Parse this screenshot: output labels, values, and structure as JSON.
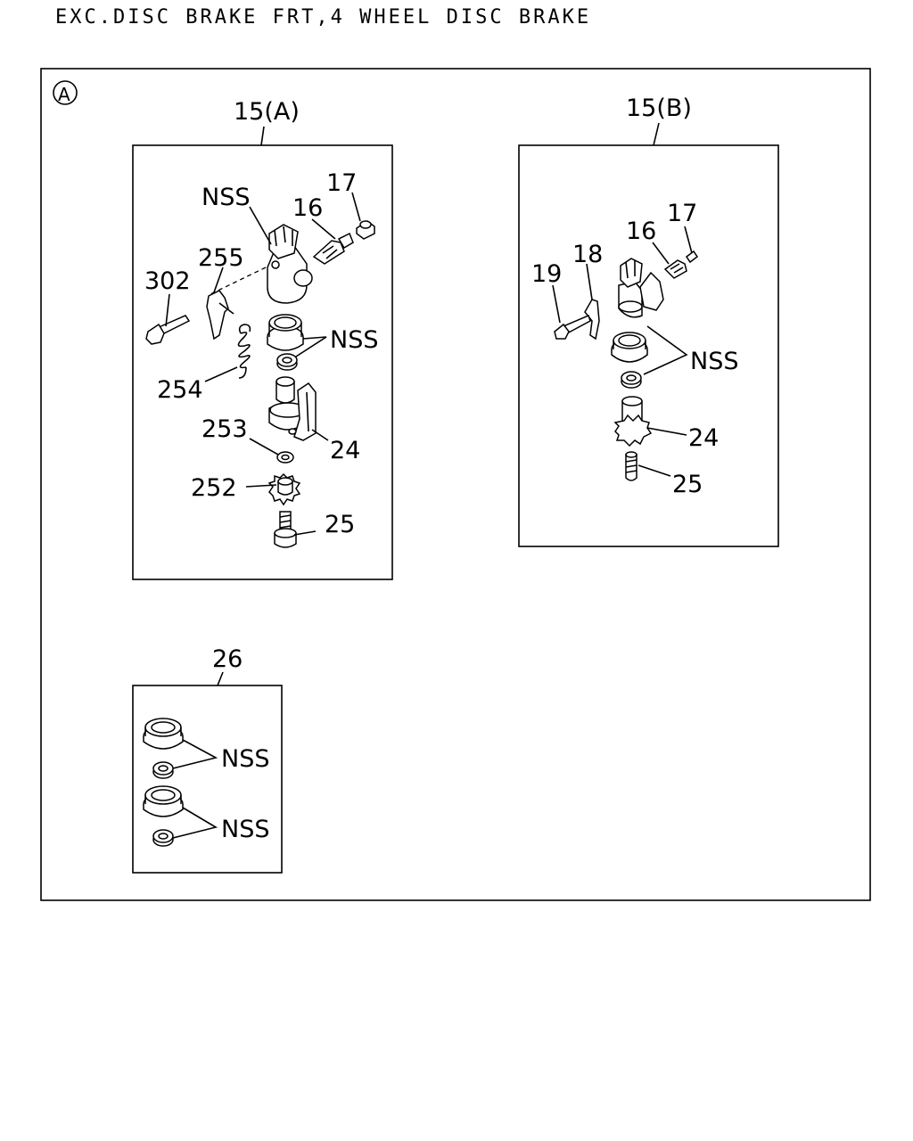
{
  "header": {
    "title": "EXC.DISC BRAKE FRT,4 WHEEL DISC BRAKE"
  },
  "view_marker": "A",
  "groups": {
    "a": {
      "label": "15(A)"
    },
    "b": {
      "label": "15(B)"
    },
    "c": {
      "label": "26"
    }
  },
  "callouts": {
    "a_nss_top": "NSS",
    "a_17": "17",
    "a_16": "16",
    "a_255": "255",
    "a_302": "302",
    "a_nss_mid": "NSS",
    "a_254": "254",
    "a_253": "253",
    "a_24": "24",
    "a_252": "252",
    "a_25": "25",
    "b_17": "17",
    "b_16": "16",
    "b_18": "18",
    "b_19": "19",
    "b_nss": "NSS",
    "b_24": "24",
    "b_25": "25",
    "c_nss_1": "NSS",
    "c_nss_2": "NSS"
  }
}
